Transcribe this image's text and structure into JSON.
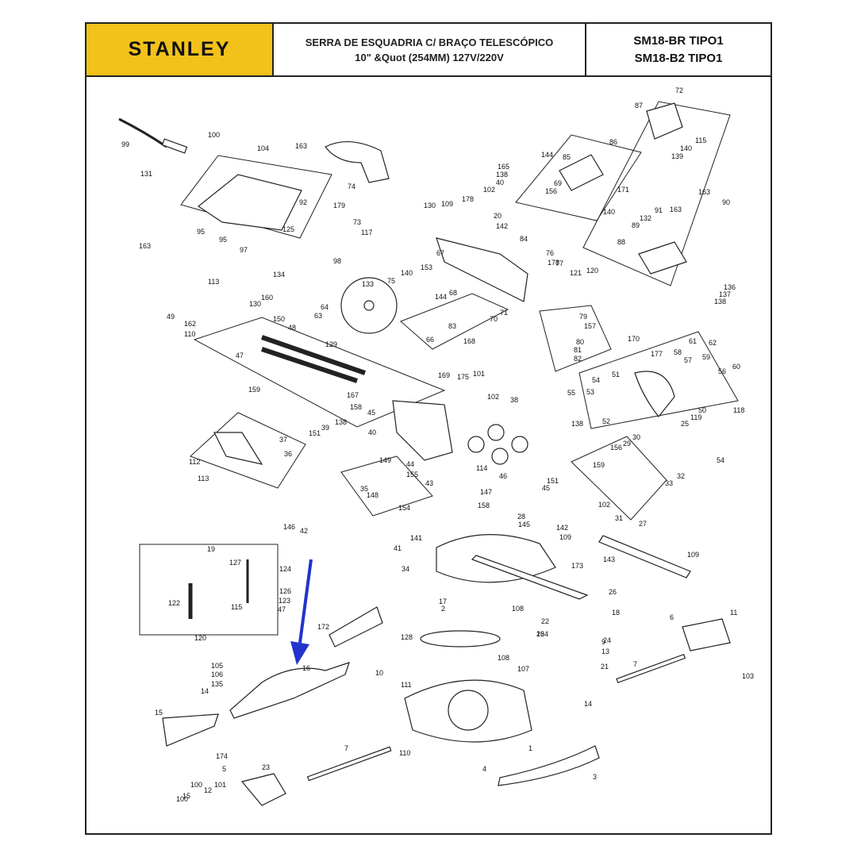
{
  "header": {
    "brand": "STANLEY",
    "title_line1": "SERRA DE ESQUADRIA C/ BRAÇO TELESCÓPICO",
    "title_line2": "10\" &Quot (254MM) 127V/220V",
    "model_line1": "SM18-BR TIPO1",
    "model_line2": "SM18-B2 TIPO1"
  },
  "colors": {
    "logo_background": "#f2c21a",
    "arrow": "#2233cc",
    "line": "#222222"
  },
  "callouts": [
    "99",
    "100",
    "104",
    "163",
    "131",
    "92",
    "179",
    "125",
    "163",
    "95",
    "95",
    "97",
    "74",
    "73",
    "117",
    "72",
    "87",
    "115",
    "140",
    "139",
    "86",
    "144",
    "85",
    "165",
    "138",
    "40",
    "102",
    "178",
    "69",
    "156",
    "171",
    "130",
    "109",
    "20",
    "142",
    "140",
    "163",
    "90",
    "91",
    "163",
    "132",
    "89",
    "84",
    "88",
    "67",
    "76",
    "178",
    "77",
    "121",
    "120",
    "136",
    "137",
    "138",
    "134",
    "98",
    "113",
    "49",
    "130",
    "160",
    "162",
    "110",
    "133",
    "75",
    "140",
    "153",
    "144",
    "68",
    "64",
    "63",
    "71",
    "70",
    "83",
    "66",
    "168",
    "79",
    "157",
    "80",
    "81",
    "82",
    "170",
    "177",
    "58",
    "61",
    "62",
    "59",
    "57",
    "56",
    "60",
    "150",
    "48",
    "129",
    "47",
    "159",
    "169",
    "175",
    "101",
    "102",
    "38",
    "51",
    "54",
    "53",
    "52",
    "25",
    "55",
    "138",
    "50",
    "119",
    "118",
    "167",
    "158",
    "45",
    "151",
    "39",
    "138",
    "40",
    "37",
    "36",
    "112",
    "113",
    "114",
    "46",
    "151",
    "45",
    "156",
    "29",
    "30",
    "54",
    "32",
    "33",
    "102",
    "31",
    "159",
    "149",
    "44",
    "155",
    "43",
    "154",
    "35",
    "148",
    "147",
    "158",
    "28",
    "145",
    "146",
    "42",
    "41",
    "141",
    "142",
    "109",
    "27",
    "109",
    "34",
    "143",
    "173",
    "26",
    "19",
    "127",
    "124",
    "122",
    "126",
    "123",
    "115",
    "47",
    "120",
    "172",
    "17",
    "2",
    "108",
    "22",
    "23",
    "18",
    "24",
    "164",
    "9",
    "13",
    "21",
    "6",
    "11",
    "103",
    "128",
    "105",
    "106",
    "135",
    "14",
    "16",
    "108",
    "107",
    "10",
    "111",
    "7",
    "15",
    "174",
    "14",
    "1",
    "4",
    "7",
    "110",
    "3",
    "5",
    "23",
    "100",
    "12",
    "101",
    "15",
    "100"
  ]
}
